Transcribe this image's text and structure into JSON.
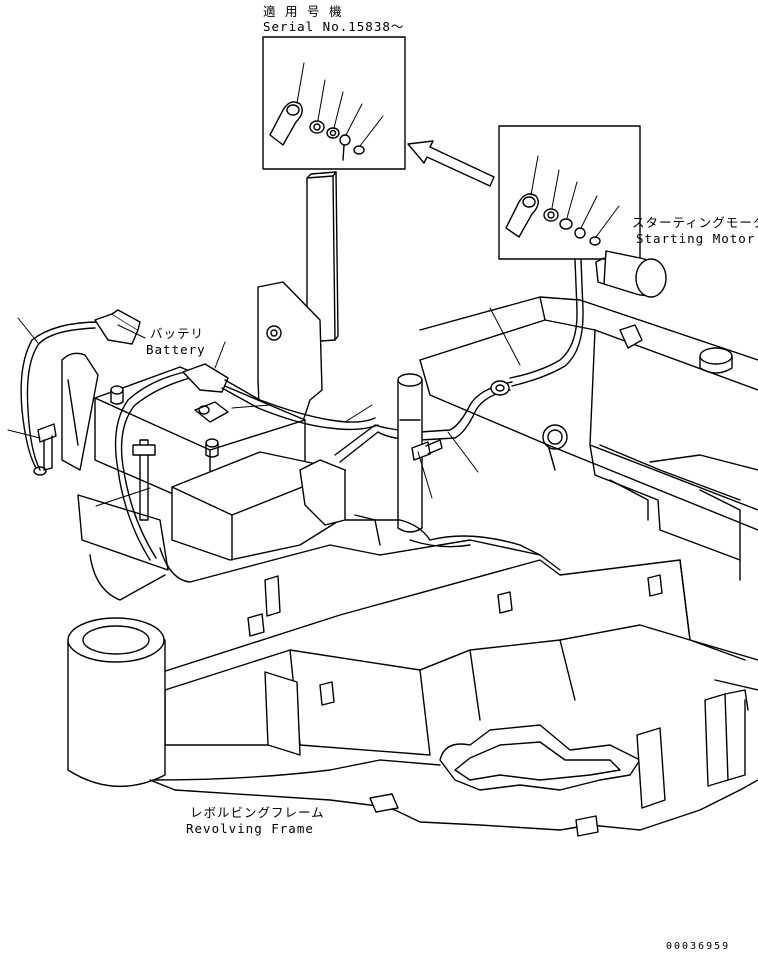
{
  "labels": {
    "serial_jp": "適 用 号 機",
    "serial_en": "Serial No.15838～",
    "starter_jp": "スターティングモータ",
    "starter_en": "Starting Motor",
    "battery_jp": "バッテリ",
    "battery_en": "Battery",
    "frame_jp": "レボルビングフレーム",
    "frame_en": "Revolving Frame"
  },
  "drawing_code": "00036959"
}
